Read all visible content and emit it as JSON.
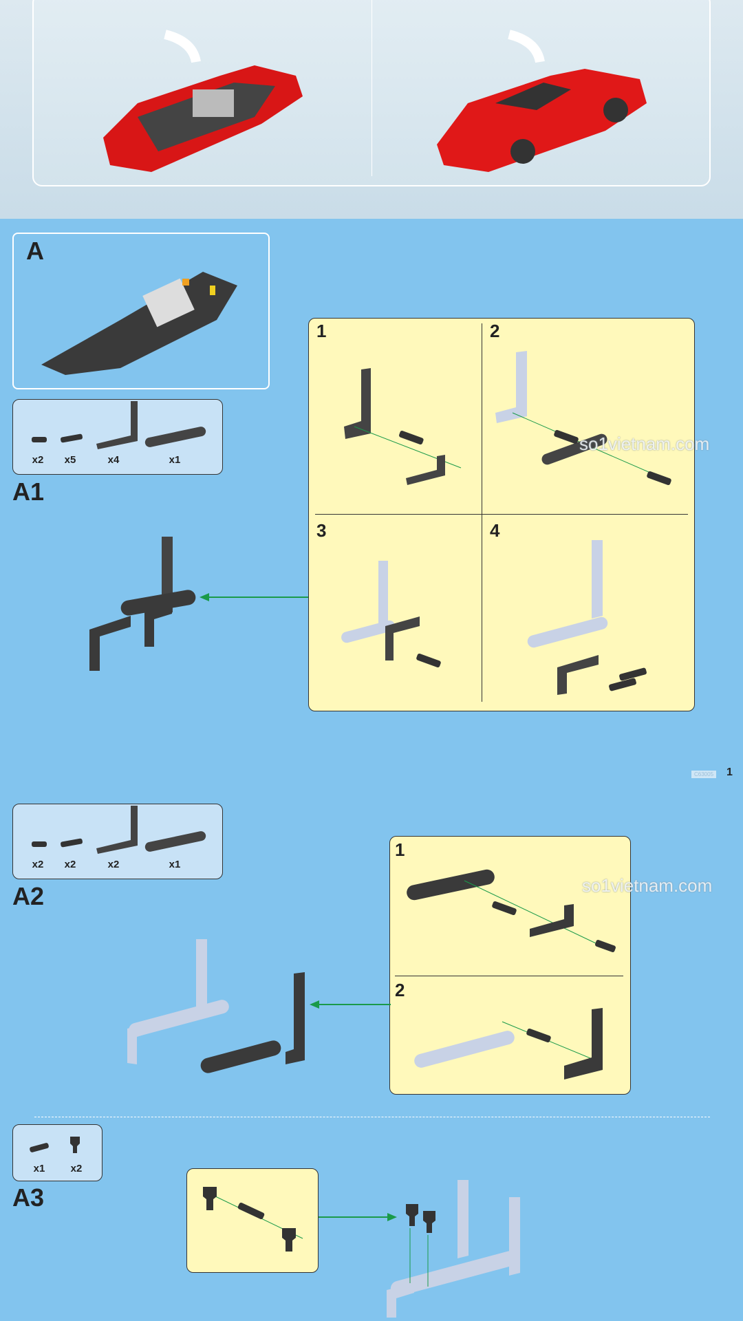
{
  "top": {
    "images": [
      "car-partial-assembly",
      "car-full-assembly"
    ]
  },
  "sections": {
    "A": {
      "label": "A"
    },
    "A1": {
      "label": "A1",
      "counts": [
        "x2",
        "x5",
        "x4",
        "x1"
      ],
      "steps": [
        "1",
        "2",
        "3",
        "4"
      ]
    },
    "A2": {
      "label": "A2",
      "counts": [
        "x2",
        "x2",
        "x2",
        "x1"
      ],
      "steps": [
        "1",
        "2"
      ]
    },
    "A3": {
      "label": "A3",
      "counts": [
        "x1",
        "x2"
      ]
    }
  },
  "footer": {
    "code": "C63005",
    "page": "1"
  },
  "watermark": "so1vietnam.com",
  "colors": {
    "background": "#82c4ee",
    "panel": "#fff9bb",
    "arrow": "#1a9a4a",
    "car": "#e01818"
  }
}
